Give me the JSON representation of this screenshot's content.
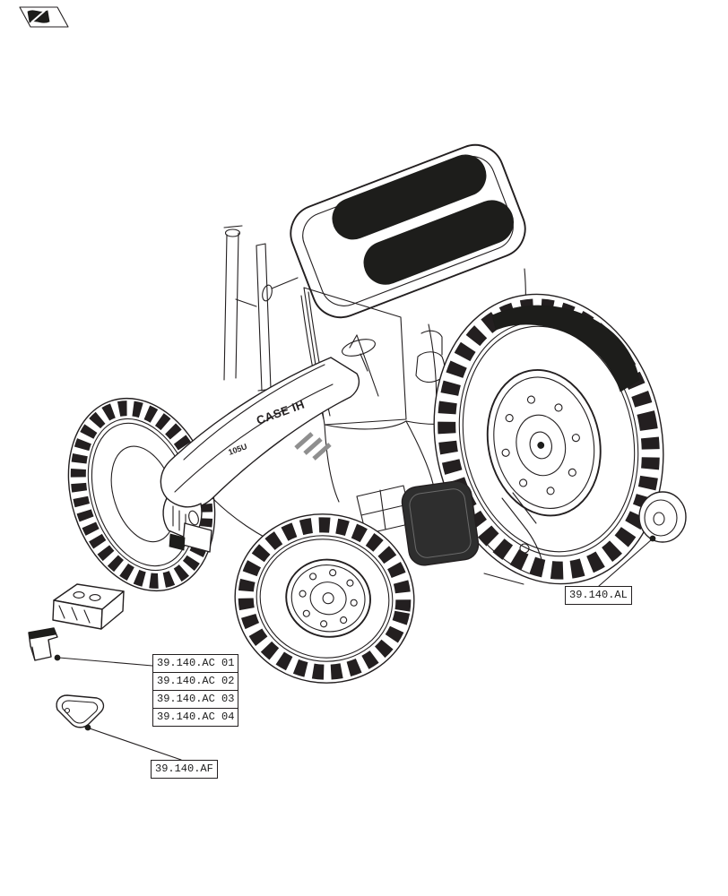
{
  "page": {
    "background": "#ffffff",
    "line_color": "#231f20",
    "dark_fill": "#1d1d1b"
  },
  "corner_icon": {
    "name": "section-flag"
  },
  "callouts": {
    "ac_labels": [
      "39.140.AC 01",
      "39.140.AC 02",
      "39.140.AC 03",
      "39.140.AC 04"
    ],
    "al_label": "39.140.AL",
    "af_label": "39.140.AF"
  },
  "tractor": {
    "hood_logo": "CASE IH",
    "model_decal": "105U"
  }
}
